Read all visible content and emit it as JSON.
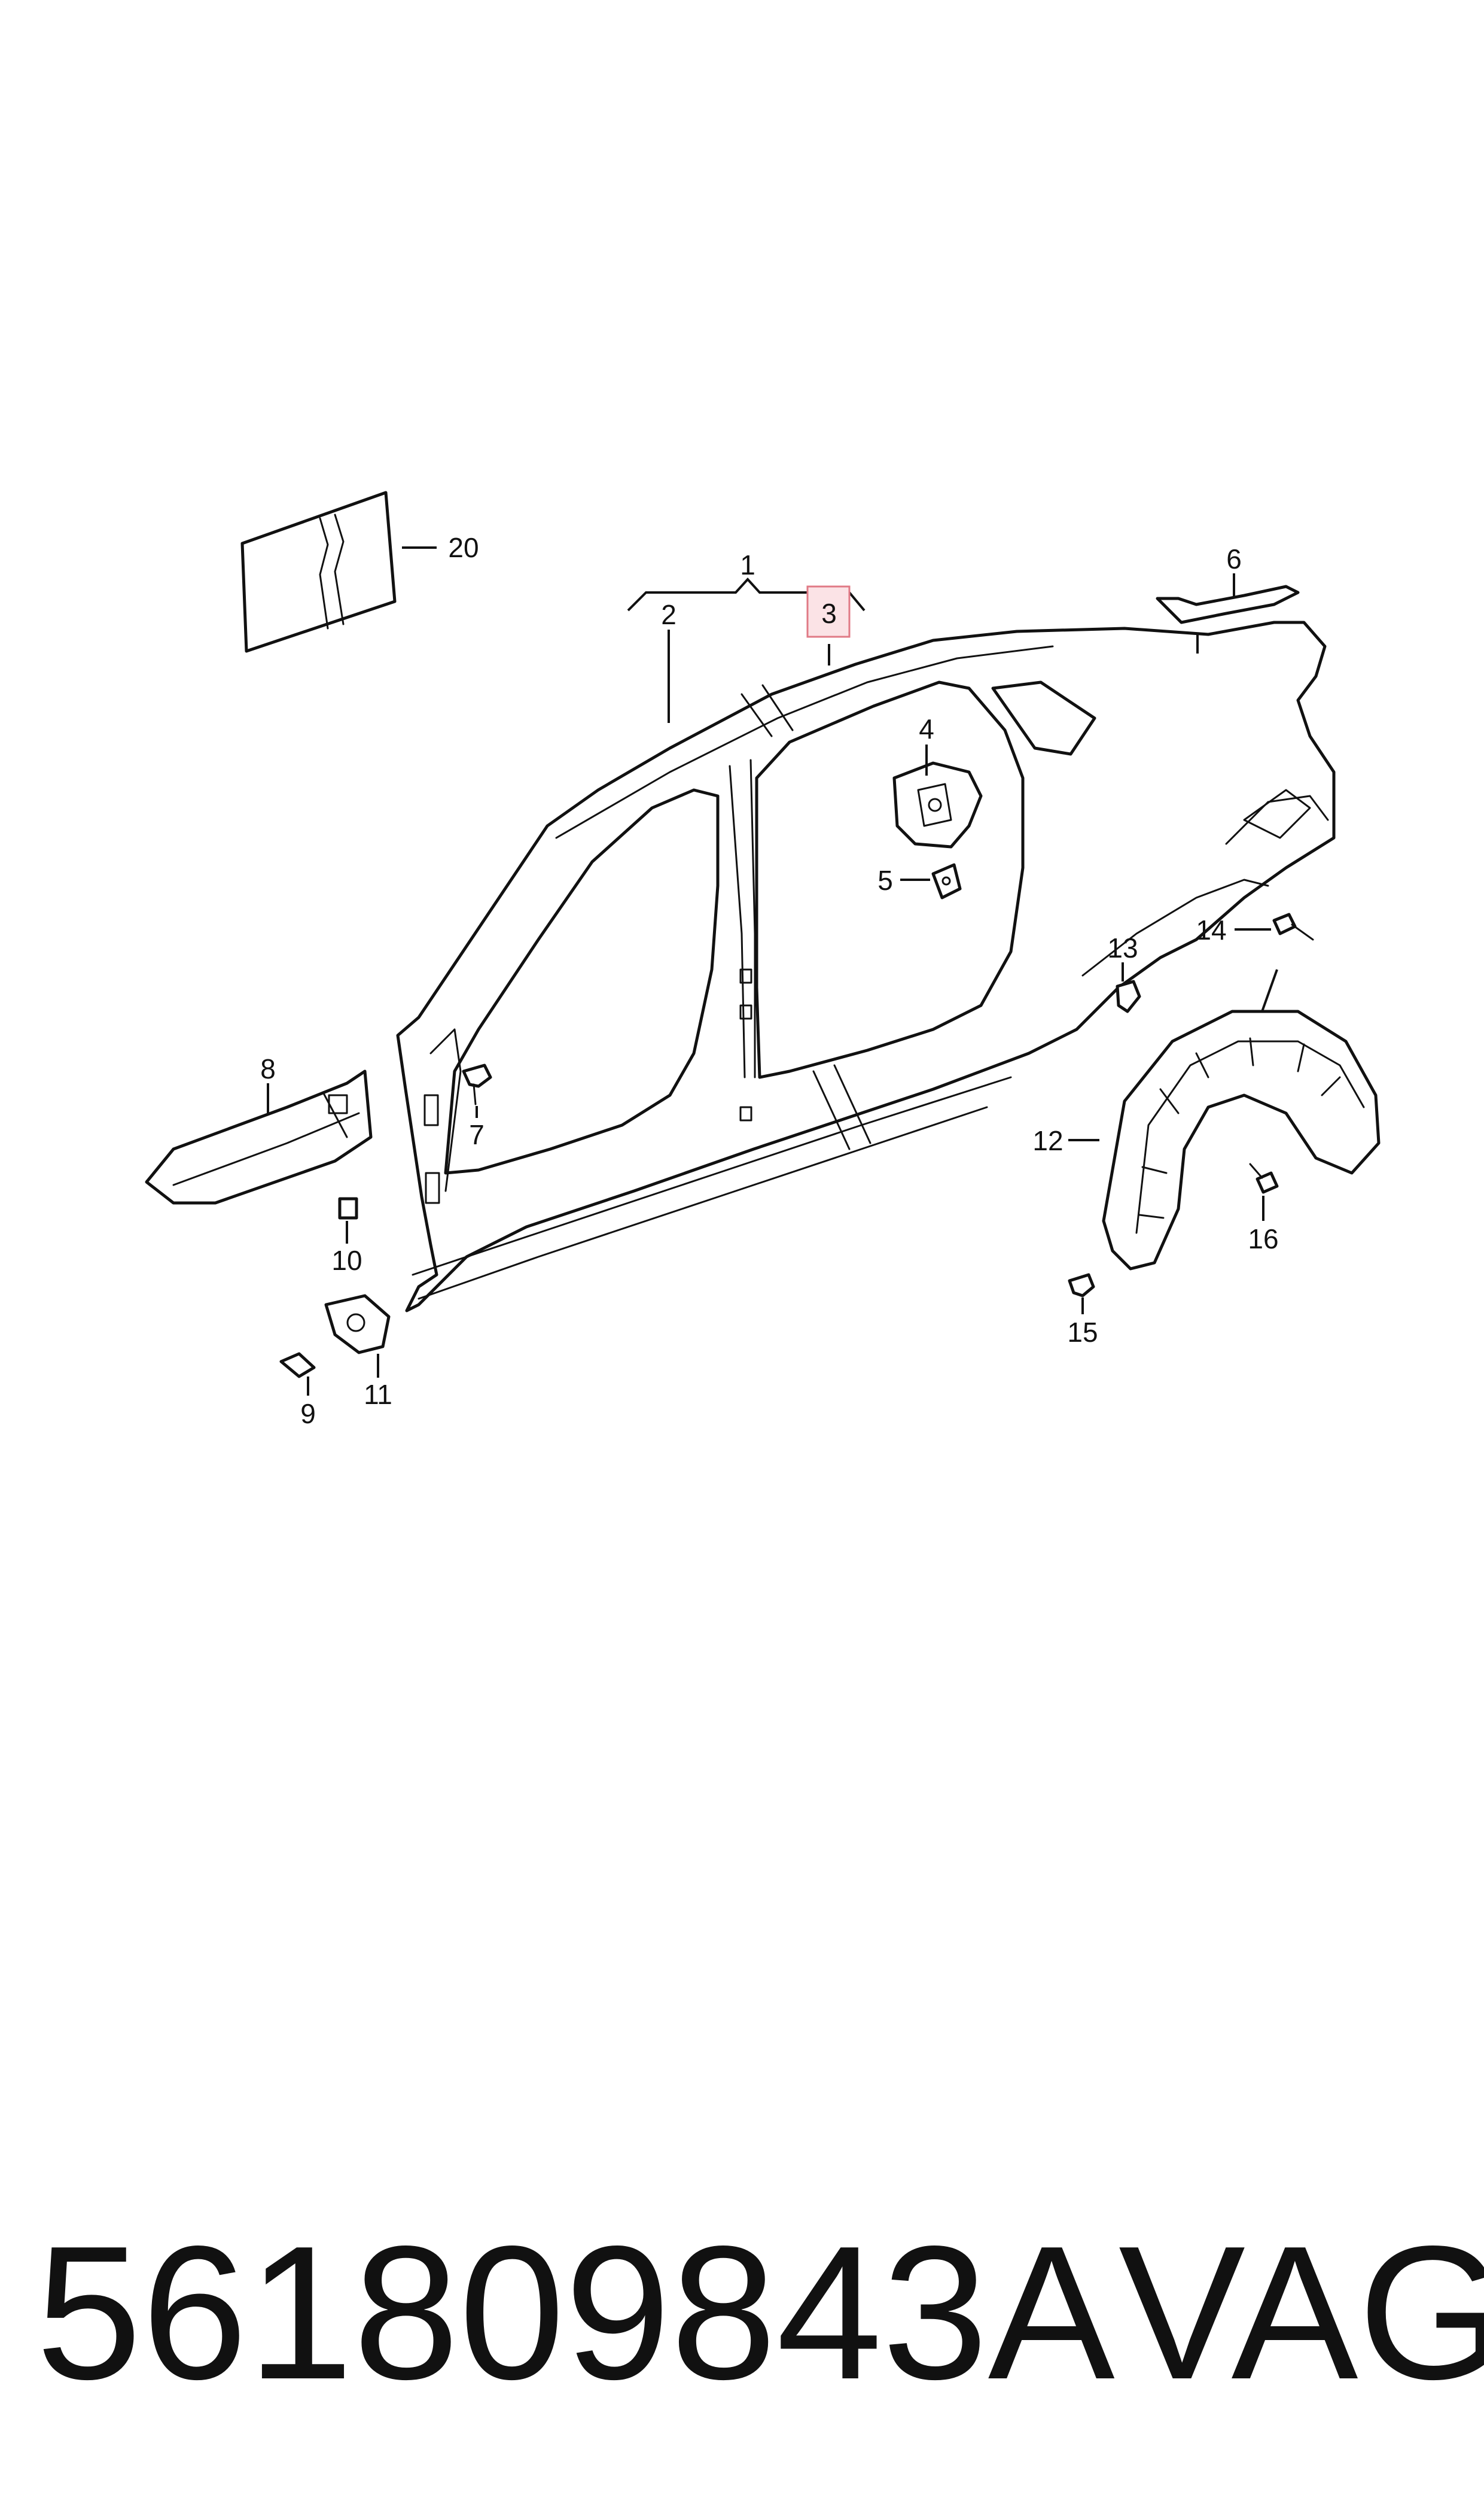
{
  "callouts": [
    "1",
    "2",
    "3",
    "4",
    "5",
    "6",
    "7",
    "8",
    "9",
    "10",
    "11",
    "12",
    "13",
    "14",
    "15",
    "16",
    "20"
  ],
  "highlighted_callout": "3",
  "colors": {
    "line": "#111111",
    "highlight_fill": "#fbe3e6",
    "highlight_stroke": "#e07a86",
    "background": "#ffffff"
  },
  "footer": {
    "part_number": "561809843A",
    "brand": "VAG"
  }
}
